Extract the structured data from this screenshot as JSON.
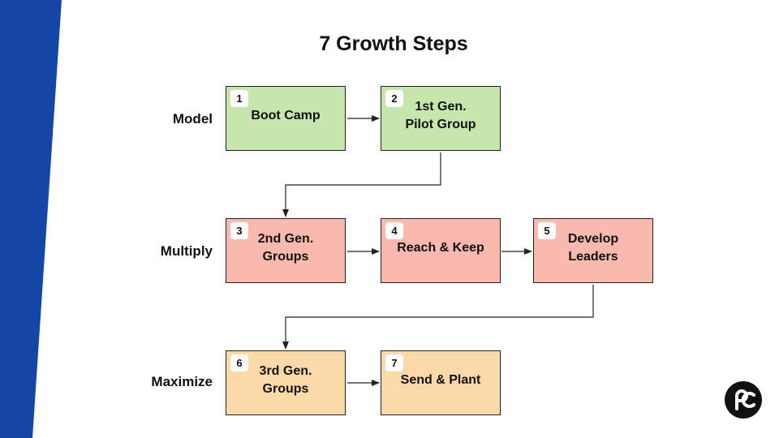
{
  "slide": {
    "title": "7 Growth Steps",
    "accent_color": "#1645a8",
    "rows": [
      {
        "label": "Model"
      },
      {
        "label": "Multiply"
      },
      {
        "label": "Maximize"
      }
    ],
    "steps": [
      {
        "number": "1",
        "line1": "Boot Camp",
        "line2": "",
        "fill": "#c6e6ad"
      },
      {
        "number": "2",
        "line1": "1st Gen.",
        "line2": "Pilot Group",
        "fill": "#c6e6ad"
      },
      {
        "number": "3",
        "line1": "2nd Gen.",
        "line2": "Groups",
        "fill": "#f9b9ae"
      },
      {
        "number": "4",
        "line1": "Reach & Keep",
        "line2": "",
        "fill": "#f9b9ae"
      },
      {
        "number": "5",
        "line1": "Develop",
        "line2": "Leaders",
        "fill": "#f9b9ae"
      },
      {
        "number": "6",
        "line1": "3rd Gen.",
        "line2": "Groups",
        "fill": "#fcd9a8"
      },
      {
        "number": "7",
        "line1": "Send & Plant",
        "line2": "",
        "fill": "#fcd9a8"
      }
    ],
    "logo": {
      "icon": "pc-logo-icon",
      "color": "#111111"
    }
  }
}
